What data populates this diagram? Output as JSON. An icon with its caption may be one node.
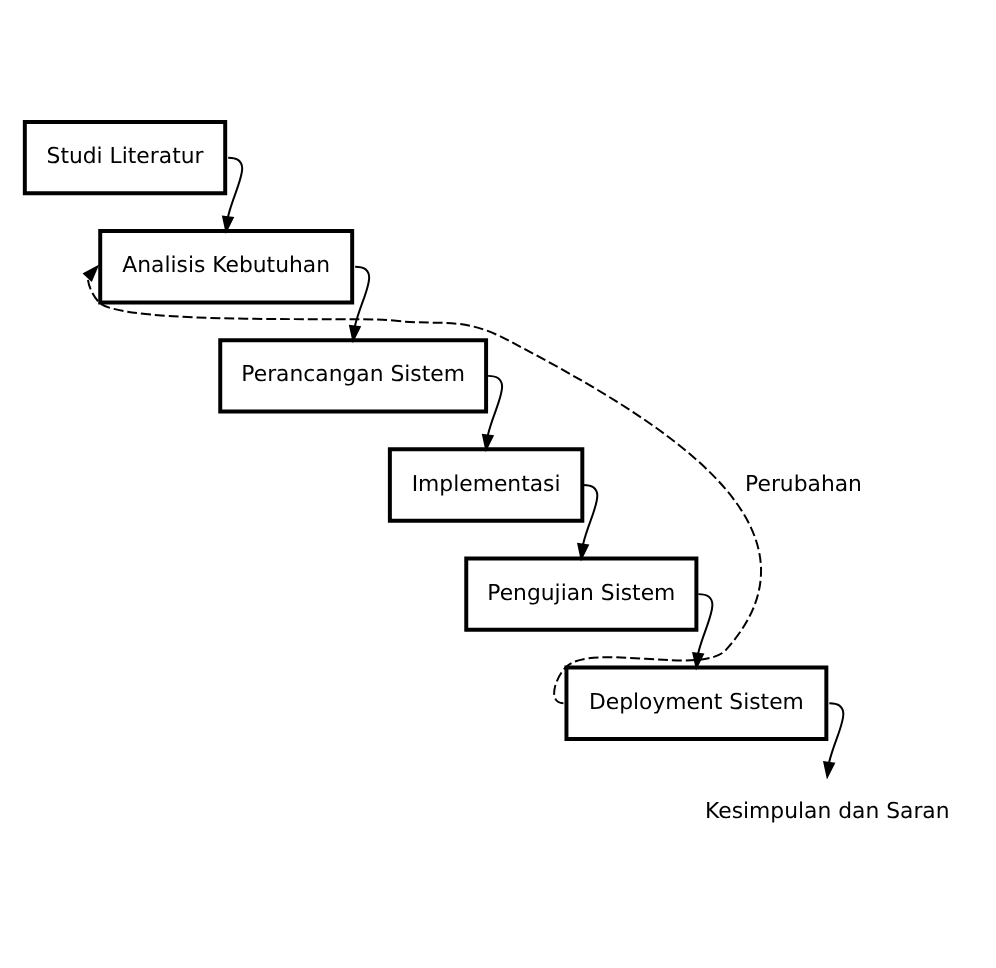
{
  "diagram": {
    "nodes": [
      {
        "text": [
          "Studi Literatur"
        ]
      },
      {
        "text": [
          "Analisis Kebutuhan"
        ]
      },
      {
        "text": [
          "Perancangan Sistem"
        ]
      },
      {
        "text": [
          "Implementasi"
        ]
      },
      {
        "text": [
          "Pengujian Sistem"
        ]
      },
      {
        "text": [
          "Deployment Sistem"
        ]
      },
      {
        "text": [
          "Kesimpulan dan Saran"
        ]
      }
    ],
    "edges": [
      {
        "from": 0,
        "to": 1,
        "arrow": "to"
      },
      {
        "from": 1,
        "to": 2,
        "arrow": "to"
      },
      {
        "from": 2,
        "to": 3,
        "arrow": "to"
      },
      {
        "from": 3,
        "to": 4,
        "arrow": "to"
      },
      {
        "from": 4,
        "to": 5,
        "arrow": "to"
      },
      {
        "from": 5,
        "to": 6,
        "arrow": "to"
      },
      {
        "from": 5,
        "to": 1,
        "arrow": "to",
        "style": "dashed",
        "label": "Perubahan"
      }
    ]
  }
}
